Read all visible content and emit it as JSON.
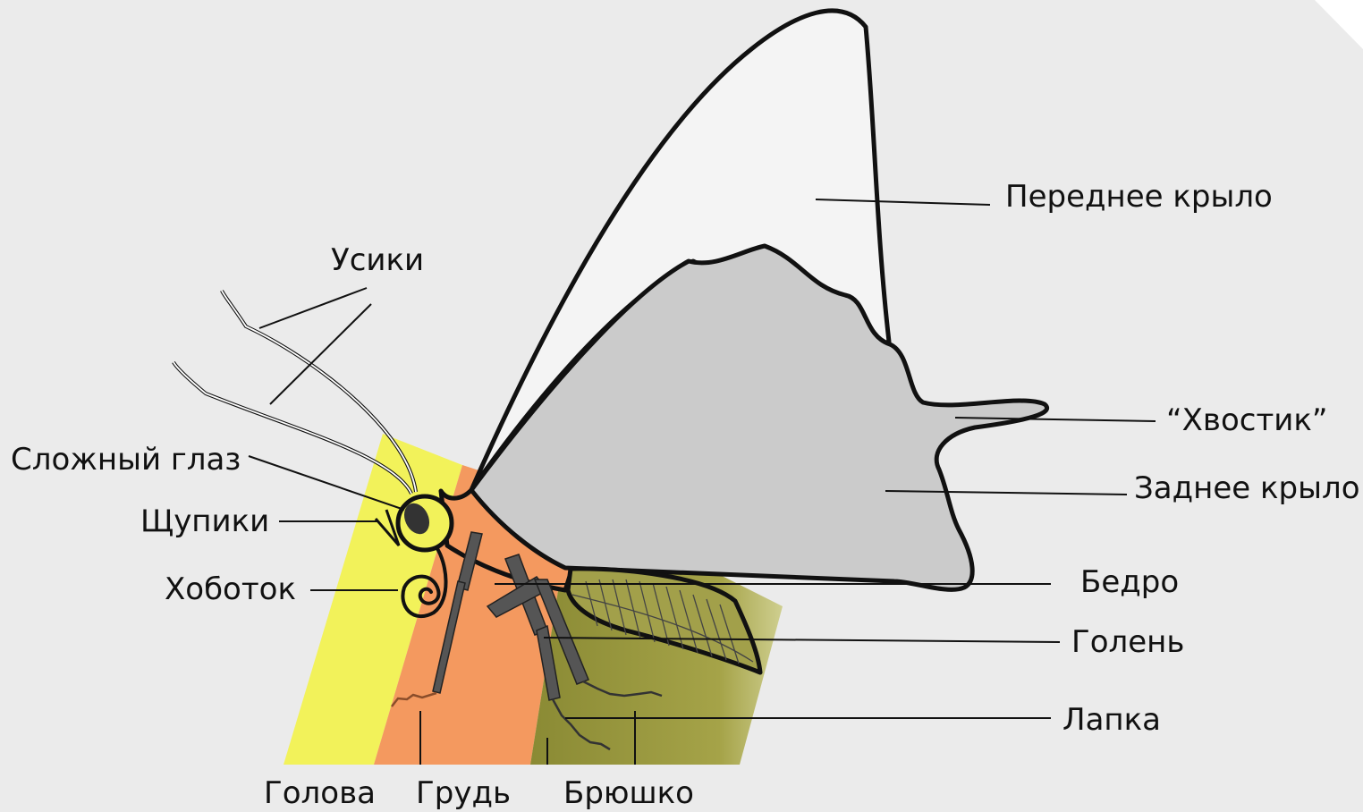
{
  "labels": {
    "antennae": "Усики",
    "compound_eye": "Сложный глаз",
    "palps": "Щупики",
    "proboscis": "Хоботок",
    "forewing": "Переднее крыло",
    "tail": "“Хвостик”",
    "hindwing": "Заднее крыло",
    "femur": "Бедро",
    "tibia": "Голень",
    "tarsus": "Лапка",
    "head": "Голова",
    "thorax": "Грудь",
    "abdomen": "Брюшко"
  },
  "colors": {
    "background": "#ebebeb",
    "head_band": "#f2f25a",
    "thorax_band": "#f4995f",
    "abdomen_band": "#9c9a45",
    "forewing": "#f4f4f4",
    "hindwing": "#cbcbcb",
    "leg": "#555555"
  }
}
